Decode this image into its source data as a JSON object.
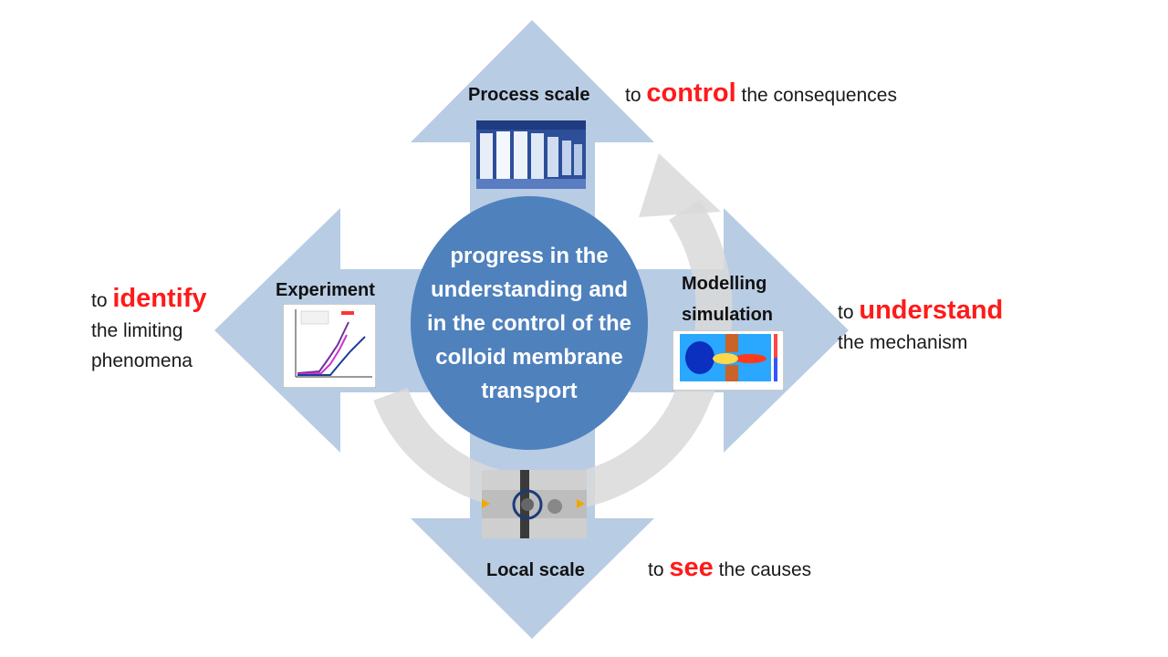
{
  "center": {
    "text": "progress in the understanding and in the control of the colloid membrane transport"
  },
  "scales": {
    "process": {
      "label": "Process scale",
      "pre": "to",
      "keyword": "control",
      "post": "the consequences"
    },
    "experiment": {
      "label": "Experiment",
      "pre": "to",
      "keyword": "identify",
      "post_line1": "the limiting",
      "post_line2": "phenomena"
    },
    "modelling": {
      "label_line1": "Modelling",
      "label_line2": "simulation",
      "pre": "to",
      "keyword": "understand",
      "post": "the mechanism"
    },
    "local": {
      "label": "Local scale",
      "pre": "to",
      "keyword": "see",
      "post": "the causes"
    }
  },
  "colors": {
    "arrow": "#b8cce4",
    "circle": "#4f81bd",
    "keyword": "#ff1a1a",
    "cycle": "#d9d9d9"
  }
}
